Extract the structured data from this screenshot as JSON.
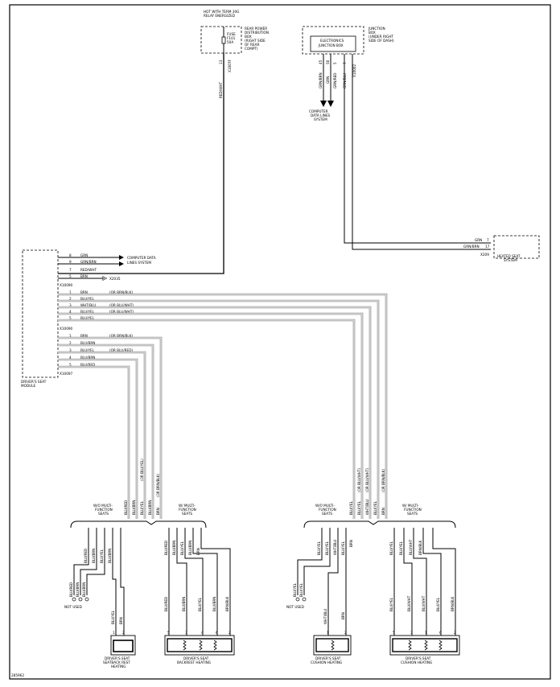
{
  "figure_id": "285962",
  "top": {
    "hot_label_1": "HOT WITH TERM 30G",
    "hot_label_2": "RELAY ENERGIZED",
    "fuse_1": "FUSE",
    "fuse_2": "F101",
    "fuse_3": "50A",
    "rear_box": [
      "REAR POWER",
      "DISTRIBUTION",
      "BOX",
      "(RIGHT SIDE",
      "OF REAR",
      "COMPT)"
    ],
    "rear_pin": "13",
    "rear_conn": "X1007F",
    "rear_wire": "RED/WHT",
    "jbox_inner_1": "ELECTRONICS",
    "jbox_inner_2": "JUNCTION BOX",
    "jbox_side": [
      "JUNCTION",
      "BOX",
      "(UNDER RIGHT",
      "SIDE OF DASH)"
    ],
    "jbox_pins": [
      "45",
      "50",
      "5",
      "7"
    ],
    "jbox_conn": "X10002",
    "jbox_wires": [
      "GRN/BRN",
      "GRN",
      "GRN/RED",
      "GRN/BLU"
    ],
    "cdl": [
      "COMPUTER",
      "DATA LINES",
      "SYSTEM"
    ]
  },
  "heated_seat": {
    "label": [
      "HEATED SEAT",
      "SYSTEM"
    ],
    "rows": [
      {
        "wire": "GRN",
        "pin": "7"
      },
      {
        "wire": "GRN/BRN",
        "pin": "17"
      }
    ],
    "conn": "X209"
  },
  "module": {
    "label": [
      "DRIVER'S SEAT",
      "MODULE"
    ],
    "groups": [
      {
        "conn": "",
        "rows": [
          {
            "pin": "8",
            "wire": "GRN",
            "note": ""
          },
          {
            "pin": "9",
            "wire": "GRN/BRN",
            "note": ""
          },
          {
            "pin": "7",
            "wire": "RED/WHT",
            "note": ""
          },
          {
            "pin": "5",
            "wire": "BRN",
            "note": ""
          }
        ]
      },
      {
        "conn": "X10090",
        "rows": [
          {
            "pin": "1",
            "wire": "BRN",
            "note": "(OR BRN/BLK)"
          },
          {
            "pin": "2",
            "wire": "BLU/YEL",
            "note": ""
          },
          {
            "pin": "3",
            "wire": "WHT/BLU",
            "note": "(OR BLU/WHT)"
          },
          {
            "pin": "4",
            "wire": "BLU/YEL",
            "note": "(OR BLU/WHT)"
          },
          {
            "pin": "5",
            "wire": "BLU/YEL",
            "note": ""
          }
        ]
      },
      {
        "conn": "X10090",
        "rows": [
          {
            "pin": "1",
            "wire": "BRN",
            "note": "(OR BRN/BLK)"
          },
          {
            "pin": "2",
            "wire": "BLU/BRN",
            "note": ""
          },
          {
            "pin": "3",
            "wire": "BLU/YEL",
            "note": "(OR BLU/RED)"
          },
          {
            "pin": "4",
            "wire": "BLU/BRN",
            "note": ""
          },
          {
            "pin": "5",
            "wire": "BLU/RED",
            "note": ""
          }
        ]
      }
    ],
    "bottom_conn": "X10097",
    "cdl_label": [
      "COMPUTER DATA",
      "LINES SYSTEM"
    ],
    "ground": "X2035"
  },
  "left_vert": [
    {
      "wire": "BLU/RED",
      "note": ""
    },
    {
      "wire": "BLU/BRN",
      "note": ""
    },
    {
      "wire": "BLU/YEL",
      "note": "(OR BLU/YEL)"
    },
    {
      "wire": "BLU/BRN",
      "note": ""
    },
    {
      "wire": "BRN",
      "note": "(OR BRN/BLK)"
    }
  ],
  "right_vert": [
    {
      "wire": "BLU/YEL",
      "note": ""
    },
    {
      "wire": "BLU/YEL",
      "note": "(OR BLU/WHT)"
    },
    {
      "wire": "WHT/BLU",
      "note": "(OR BLU/WHT)"
    },
    {
      "wire": "BLU/YEL",
      "note": ""
    },
    {
      "wire": "BRN",
      "note": "(OR BRN/BLK)"
    }
  ],
  "left_seat": {
    "wo_label": [
      "W/O MULTI-",
      "FUNCTION",
      "SEATS"
    ],
    "w_label": [
      "W/ MULTI-",
      "FUNCTION",
      "SEATS"
    ],
    "wo_wires": [
      "BLU/RED",
      "BLU/BRN",
      "BLU/YEL",
      "BLU/BRN"
    ],
    "wo_side": [
      "BLU/RED",
      "BLU/BRN",
      "BLU/BRN"
    ],
    "wo_down": [
      "BLU/YEL",
      "BRN"
    ],
    "not_used": "NOT USED",
    "w_wires": [
      "BLU/RED",
      "BLU/BRN",
      "BLU/YEL",
      "BLU/BRN",
      "BRN"
    ],
    "w_down": [
      "BLU/RED",
      "BLU/BRN",
      "BLU/YEL",
      "BLU/BRN",
      "BRN/BLK"
    ],
    "sm_pins": [
      "1",
      "2"
    ],
    "big_pins": [
      "5",
      "3",
      "4",
      "6",
      "2"
    ],
    "sm_label": [
      "DRIVER'S SEAT",
      "SEATBACK REST",
      "HEATING"
    ],
    "big_label": [
      "DRIVER'S SEAT",
      "BACKREST HEATING"
    ]
  },
  "right_seat": {
    "wo_label": [
      "W/O MULTI-",
      "FUNCTION",
      "SEATS"
    ],
    "w_label": [
      "W/ MULTI-",
      "FUNCTION",
      "SEATS"
    ],
    "wo_wires": [
      "BLU/YEL",
      "BLU/YEL",
      "WHT/BLU",
      "BLU/YEL",
      "BRN"
    ],
    "wo_side": [
      "BLU/YEL",
      "BLU/YEL"
    ],
    "wo_down": [
      "WHT/BLU",
      "BRN"
    ],
    "not_used": "NOT USED",
    "w_wires": [
      "BLU/YEL",
      "BLU/YEL",
      "BLU/WHT",
      "BRN/BLK"
    ],
    "w_down": [
      "BLU/YEL",
      "BLU/WHT",
      "BLU/WHT",
      "BLU/YEL",
      "BRN/BLK"
    ],
    "sm_pins": [
      "1",
      "2"
    ],
    "big_pins": [
      "5",
      "3",
      "1",
      "6",
      "2"
    ],
    "sm_label": [
      "DRIVER'S SEAT",
      "CUSHION HEATING"
    ],
    "big_label": [
      "DRIVER'S SEAT",
      "CUSHION HEATING"
    ]
  }
}
